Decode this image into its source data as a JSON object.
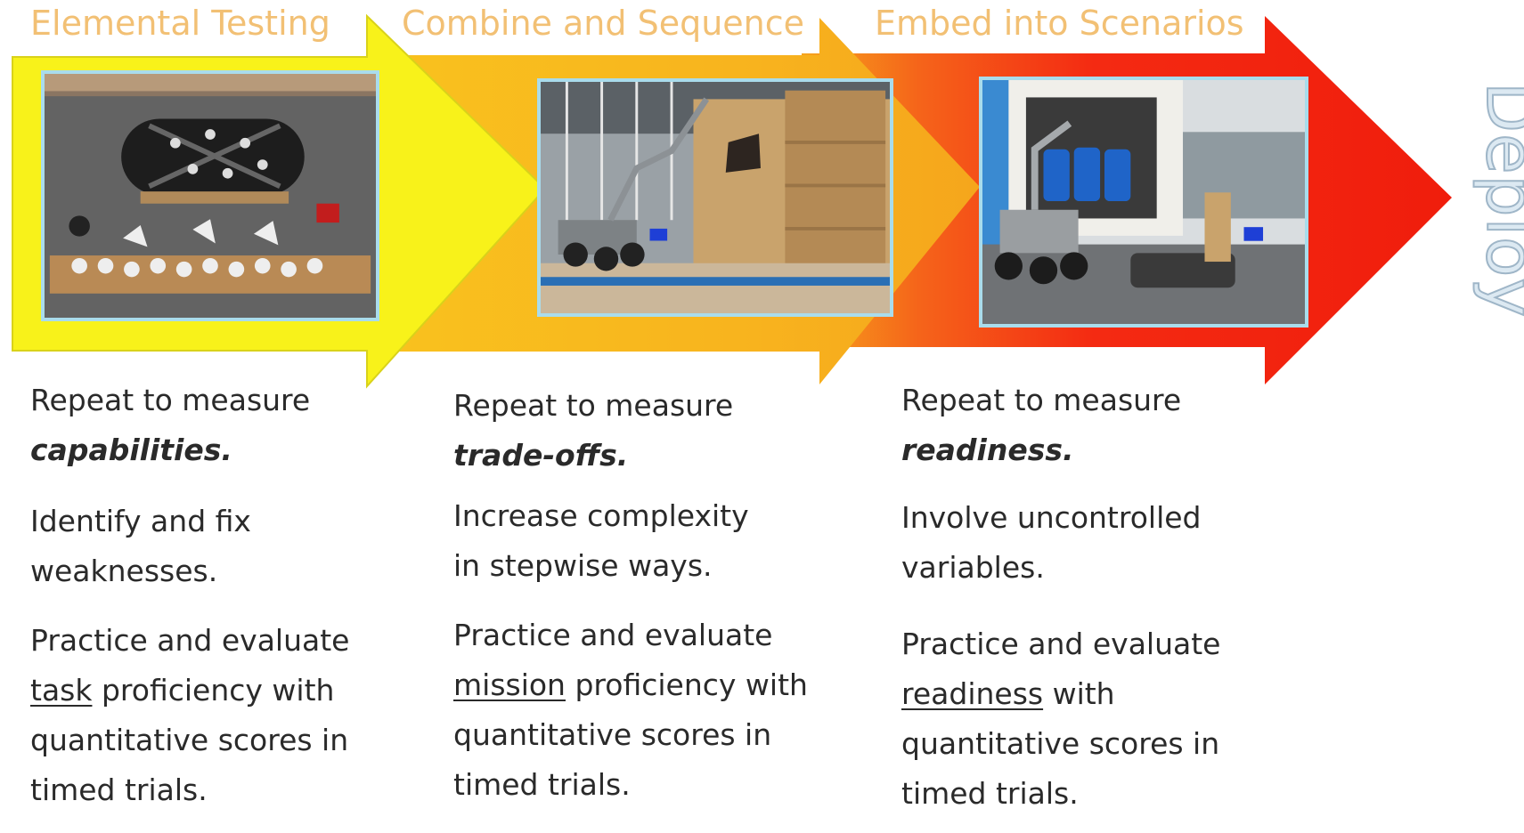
{
  "stages": [
    {
      "title": "Elemental Testing",
      "photo_icon": "test-apparatus-photo",
      "repeat_prefix": "Repeat to measure",
      "repeat_emphasis": "capabilities.",
      "point2": [
        "Identify and fix",
        "weaknesses."
      ],
      "point3_prefix": "Practice and evaluate",
      "point3_underlined": "task",
      "point3_rest": " proficiency with",
      "point3_lines": [
        "quantitative scores in",
        "timed trials."
      ],
      "arrow_color": "#f8f21a"
    },
    {
      "title": "Combine and Sequence",
      "photo_icon": "robot-in-mockup-building-photo",
      "repeat_prefix": "Repeat to measure",
      "repeat_emphasis": "trade-offs.",
      "point2": [
        "Increase complexity",
        "in stepwise ways."
      ],
      "point3_prefix": "Practice and evaluate",
      "point3_underlined": "mission",
      "point3_rest": " proficiency with",
      "point3_lines": [
        "quantitative scores in",
        "timed trials."
      ],
      "arrow_color": "#f7b21f"
    },
    {
      "title": "Embed into Scenarios",
      "photo_icon": "robots-at-truck-scenario-photo",
      "repeat_prefix": "Repeat to measure",
      "repeat_emphasis": "readiness.",
      "point2": [
        "Involve uncontrolled",
        "variables."
      ],
      "point3_prefix": "Practice and evaluate",
      "point3_underlined": "readiness",
      "point3_rest": " with",
      "point3_lines": [
        "quantitative scores in",
        "timed trials."
      ],
      "arrow_color": "#f4230f"
    }
  ],
  "deploy_label": "Deploy",
  "colors": {
    "title": "#f2c074",
    "photo_border": "#a9dcec",
    "body_text": "#2a2a2a",
    "deploy_fill": "#dce9f2"
  }
}
